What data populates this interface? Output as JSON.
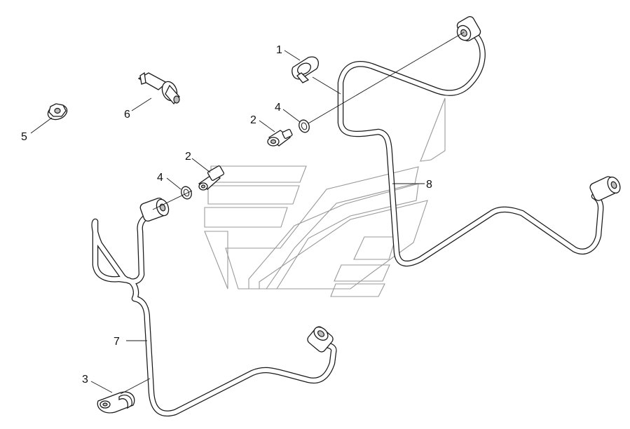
{
  "callouts": {
    "c1": "1",
    "c2a": "2",
    "c2b": "2",
    "c3": "3",
    "c4a": "4",
    "c4b": "4",
    "c5": "5",
    "c6": "6",
    "c7": "7",
    "c8": "8"
  },
  "icons": {
    "watermark": "manufacturer-logo-watermark",
    "parts": [
      "clamp",
      "banjo-bolt",
      "washer",
      "flange-nut",
      "stud",
      "pipe"
    ]
  }
}
